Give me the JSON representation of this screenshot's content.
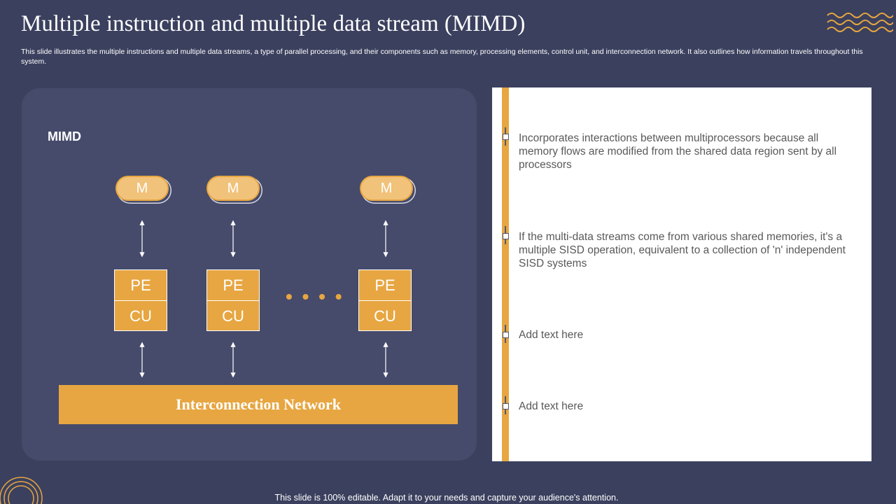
{
  "header": {
    "title": "Multiple instruction and multiple data stream (MIMD)",
    "description": "This slide illustrates the multiple instructions and multiple data streams, a type of parallel processing, and their components such as memory, processing elements, control unit, and interconnection network. It also outlines how information travels throughout this system."
  },
  "diagram": {
    "label": "MIMD",
    "memory_label": "M",
    "pe_label": "PE",
    "cu_label": "CU",
    "ellipsis": "• • • •",
    "network_label": "Interconnection Network"
  },
  "points": [
    "Incorporates interactions between multiprocessors because all memory flows are modified from the shared data region sent by all processors",
    "If the multi-data streams come from various shared memories, it's a multiple SISD operation, equivalent to a collection of 'n' independent SISD systems",
    "Add text here",
    "Add text here"
  ],
  "footer": "This slide is 100% editable. Adapt it to your needs and capture your audience's attention.",
  "colors": {
    "background": "#3b405e",
    "panel": "#464b6b",
    "accent": "#e7a641",
    "memory_fill": "#f1c27a",
    "body_text": "#595959"
  },
  "icons": [
    "wave-decoration-icon",
    "concentric-circles-icon",
    "double-arrow-icon"
  ]
}
